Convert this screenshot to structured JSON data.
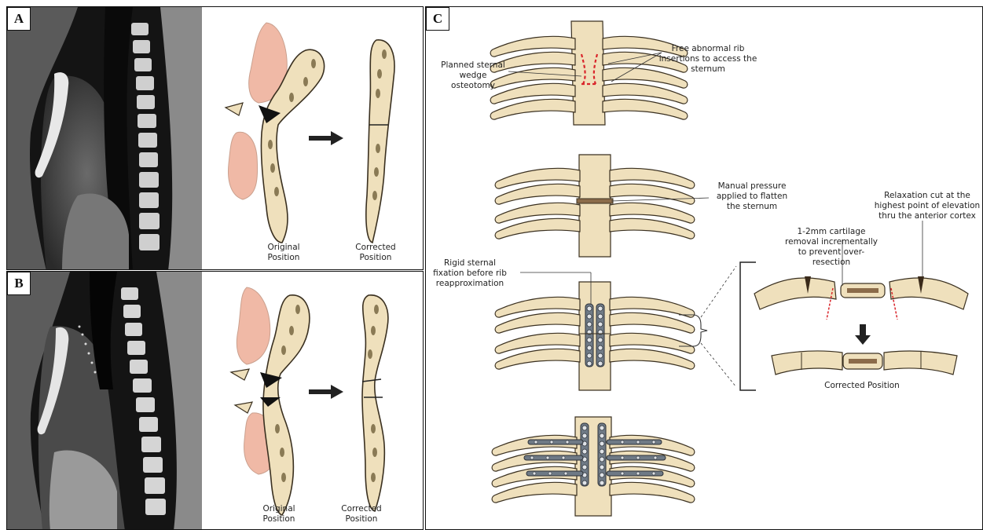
{
  "panels": {
    "a": {
      "letter": "A",
      "original_label": "Original Position",
      "corrected_label": "Corrected Position"
    },
    "b": {
      "letter": "B",
      "original_label": "Original Position",
      "corrected_label": "Corrected Position"
    },
    "c": {
      "letter": "C",
      "labels": {
        "planned_osteotomy": "Planned sternal wedge osteotomy",
        "free_rib_insertions": "Free abnormal rib insertions to access the sternum",
        "manual_pressure": "Manual pressure applied to flatten the sternum",
        "relaxation_cut": "Relaxation cut at the highest point of elevation thru the anterior cortex",
        "cartilage_removal": "1-2mm cartilage removal incrementally to prevent over-resection",
        "rigid_fixation": "Rigid sternal fixation before rib reapproximation",
        "corrected_position": "Corrected Position"
      }
    }
  },
  "colors": {
    "bone_fill": "#efe0bc",
    "bone_stroke": "#3a3020",
    "soft_tissue": "#f0b9a6",
    "plate": "#6f7a86",
    "cut_marker": "#d9242a"
  }
}
